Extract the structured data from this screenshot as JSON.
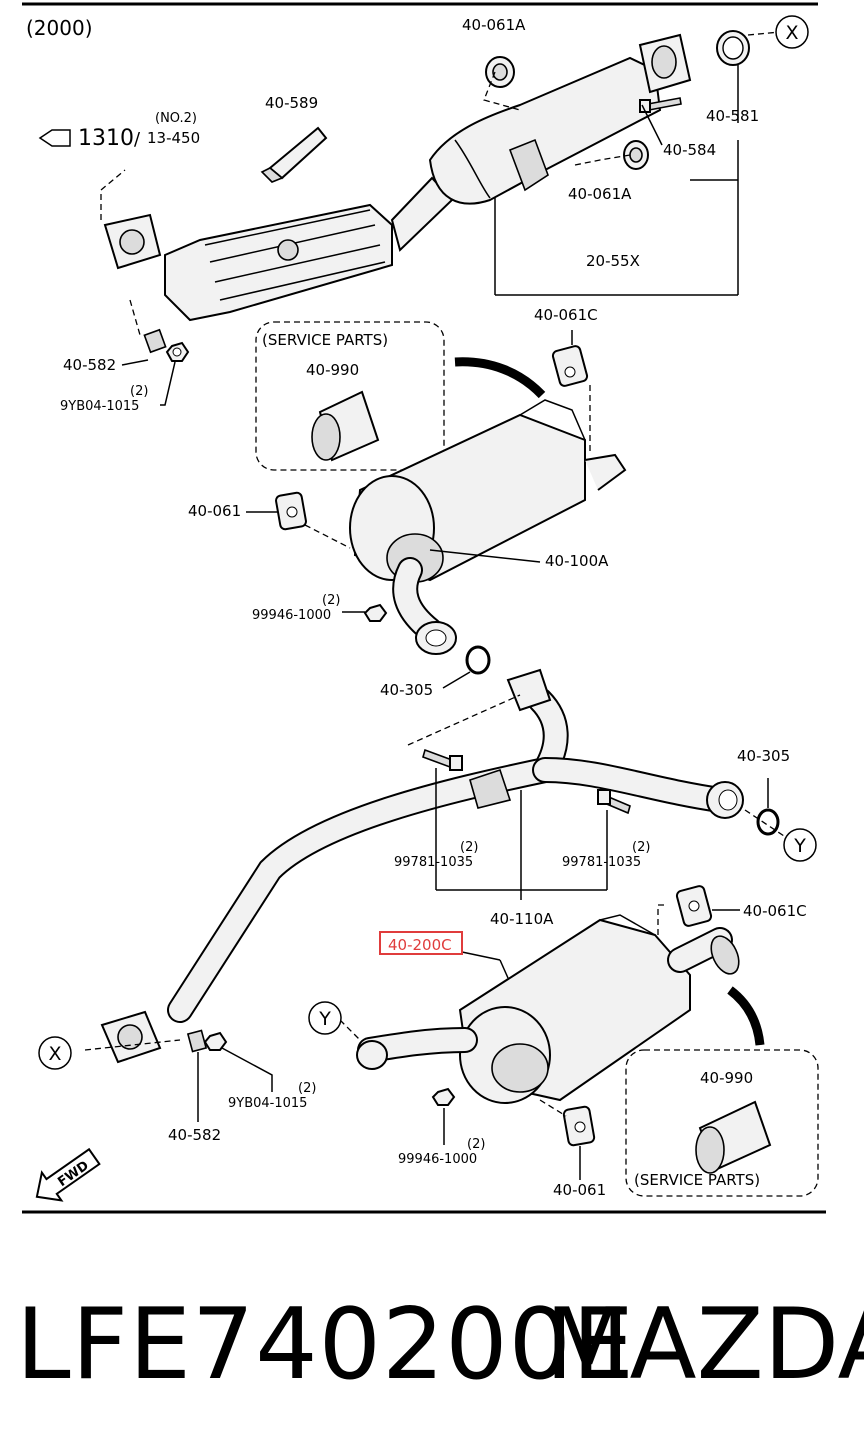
{
  "diagram": {
    "year_code": "(2000)",
    "ref": {
      "arrow_code": "1310",
      "note": "(NO.2)",
      "ref_code": "13-450"
    },
    "fwd": "FWD",
    "labels": {
      "p40_061A_top": "40-061A",
      "p40_589": "40-589",
      "p40_581": "40-581",
      "p40_584": "40-584",
      "p40_061A_mid": "40-061A",
      "p20_55X": "20-55X",
      "p40_582_top": "40-582",
      "qty_9yb_top": "(2)",
      "p9YB04_top": "9YB04-1015",
      "service_top": "(SERVICE PARTS)",
      "p40_990_top": "40-990",
      "p40_061C_top": "40-061C",
      "p40_061_top": "40-061",
      "p40_100A": "40-100A",
      "qty_99946_top": "(2)",
      "p99946_top": "99946-1000",
      "p40_305_left": "40-305",
      "p40_305_right": "40-305",
      "qty_99781_left": "(2)",
      "p99781_left": "99781-1035",
      "qty_99781_right": "(2)",
      "p99781_right": "99781-1035",
      "p40_110A": "40-110A",
      "p40_061C_bottom": "40-061C",
      "p40_200C": "40-200C",
      "p40_582_bottom": "40-582",
      "qty_9yb_bottom": "(2)",
      "p9YB04_bottom": "9YB04-1015",
      "qty_99946_bottom": "(2)",
      "p99946_bottom": "99946-1000",
      "p40_061_bottom": "40-061",
      "p40_990_bottom": "40-990",
      "service_bottom": "(SERVICE PARTS)"
    },
    "connectors": {
      "x_top": "X",
      "x_bottom": "X",
      "y_right": "Y",
      "y_left": "Y"
    },
    "highlight_color": "#e03c3c"
  },
  "footer": {
    "part_number": "LFE740200E",
    "brand": "MAZDA"
  }
}
